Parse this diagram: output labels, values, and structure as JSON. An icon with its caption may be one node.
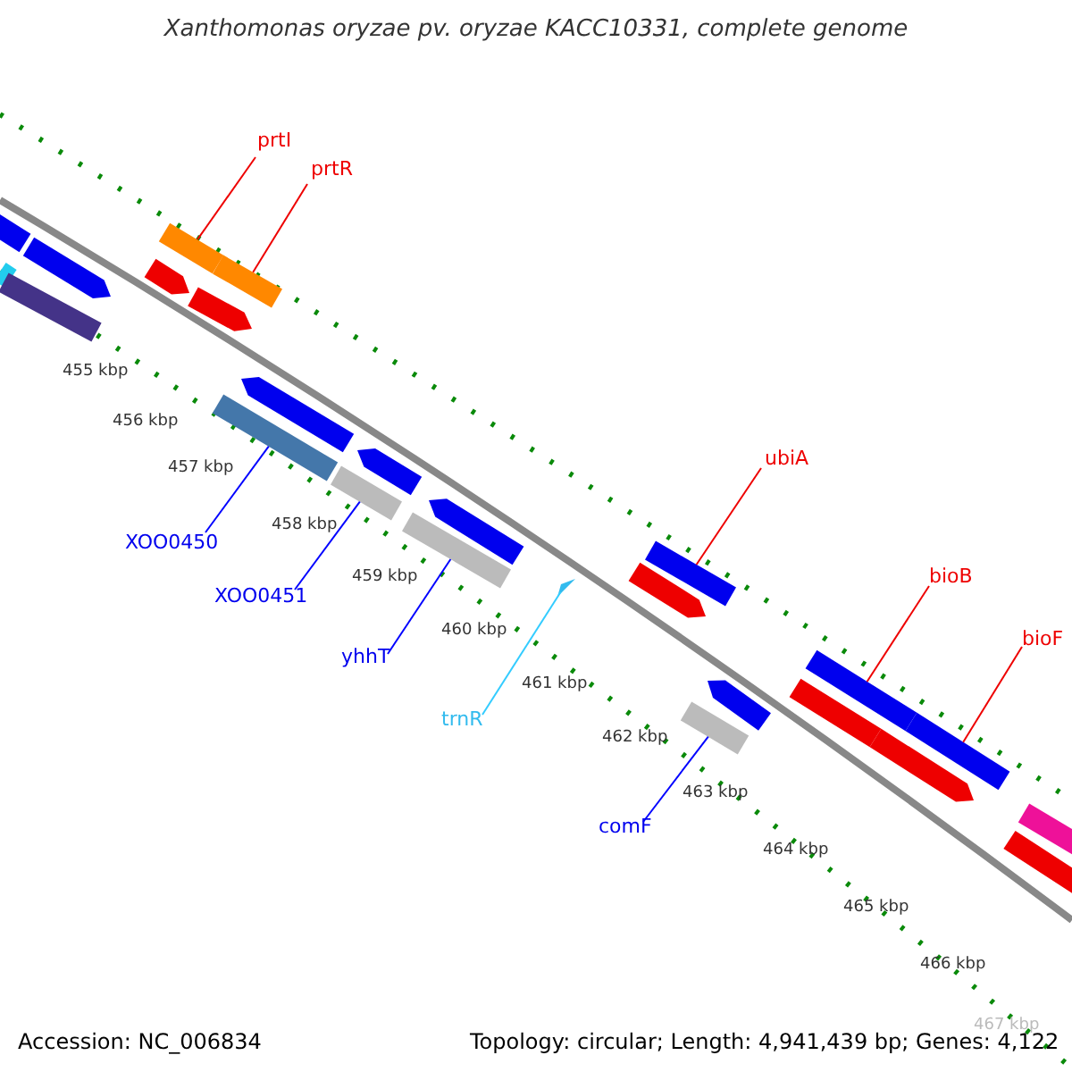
{
  "diagram": {
    "title": "Xanthomonas oryzae pv. oryzae KACC10331, complete genome",
    "nodes": [
      {
        "text": [
          "prtI"
        ]
      },
      {
        "text": [
          "prtR"
        ]
      },
      {
        "text": [
          "ubiA"
        ]
      },
      {
        "text": [
          "bioB"
        ]
      },
      {
        "text": [
          "bioF"
        ]
      },
      {
        "text": [
          "XOO0450"
        ]
      },
      {
        "text": [
          "XOO0451"
        ]
      },
      {
        "text": [
          "yhhT"
        ]
      },
      {
        "text": [
          "trnR"
        ]
      },
      {
        "text": [
          "comF"
        ]
      },
      {
        "text": [],
        "shape": "bar"
      },
      {
        "text": [],
        "shape": "bar"
      },
      {
        "text": [],
        "shape": "bar"
      },
      {
        "text": [],
        "shape": "bar"
      },
      {
        "text": [],
        "shape": "bar"
      },
      {
        "text": [],
        "shape": "bar"
      },
      {
        "text": [],
        "shape": "bar"
      },
      {
        "text": [],
        "shape": "bar"
      },
      {
        "text": [],
        "shape": "bar"
      },
      {
        "text": [],
        "shape": "bar"
      },
      {
        "text": [],
        "shape": "bar"
      },
      {
        "text": [],
        "shape": "bar"
      },
      {
        "text": [],
        "shape": "bar"
      },
      {
        "text": [],
        "shape": "bar"
      },
      {
        "text": [],
        "shape": "triangle"
      },
      {
        "text": [],
        "shape": "bar"
      },
      {
        "text": [],
        "shape": "bar"
      },
      {
        "text": [],
        "shape": "bar"
      },
      {
        "text": [],
        "shape": "bar"
      },
      {
        "text": [],
        "shape": "bar"
      },
      {
        "text": [],
        "shape": "bar"
      },
      {
        "text": [],
        "shape": "bar"
      },
      {
        "text": [],
        "shape": "bar"
      },
      {
        "text": [],
        "shape": "bar"
      },
      {
        "text": [],
        "shape": "bar"
      }
    ],
    "edges": [
      {
        "from": 0,
        "to": 15,
        "arrow": "none"
      },
      {
        "from": 1,
        "to": 17,
        "arrow": "none"
      },
      {
        "from": 2,
        "to": 26,
        "arrow": "none"
      },
      {
        "from": 3,
        "to": 30,
        "arrow": "none"
      },
      {
        "from": 4,
        "to": 32,
        "arrow": "none"
      },
      {
        "from": 5,
        "to": 18,
        "arrow": "none",
        "color": "#0000ff"
      },
      {
        "from": 6,
        "to": 20,
        "arrow": "none",
        "color": "#0000ff"
      },
      {
        "from": 7,
        "to": 22,
        "arrow": "none",
        "color": "#0000ff"
      },
      {
        "from": 8,
        "to": 24,
        "arrow": "none",
        "color": "#33ccff"
      },
      {
        "from": 9,
        "to": 27,
        "arrow": "none",
        "color": "#0000ff"
      }
    ],
    "labels": [
      "455 kbp",
      "456 kbp",
      "457 kbp",
      "458 kbp",
      "459 kbp",
      "460 kbp",
      "461 kbp",
      "462 kbp",
      "463 kbp",
      "464 kbp",
      "465 kbp",
      "466 kbp",
      "467 kbp",
      "Accession: NC_006834",
      "Topology: circular; Length: 4,941,439 bp; Genes: 4,122"
    ]
  }
}
